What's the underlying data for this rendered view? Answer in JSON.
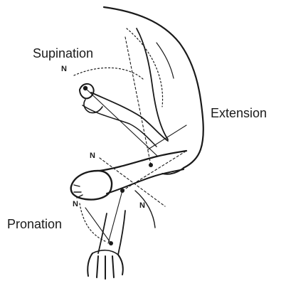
{
  "labels": {
    "supination": "Supination",
    "extension": "Extension",
    "pronation": "Pronation",
    "n_marker": "N"
  },
  "colors": {
    "ink": "#1a1a1a",
    "background": "#ffffff"
  }
}
